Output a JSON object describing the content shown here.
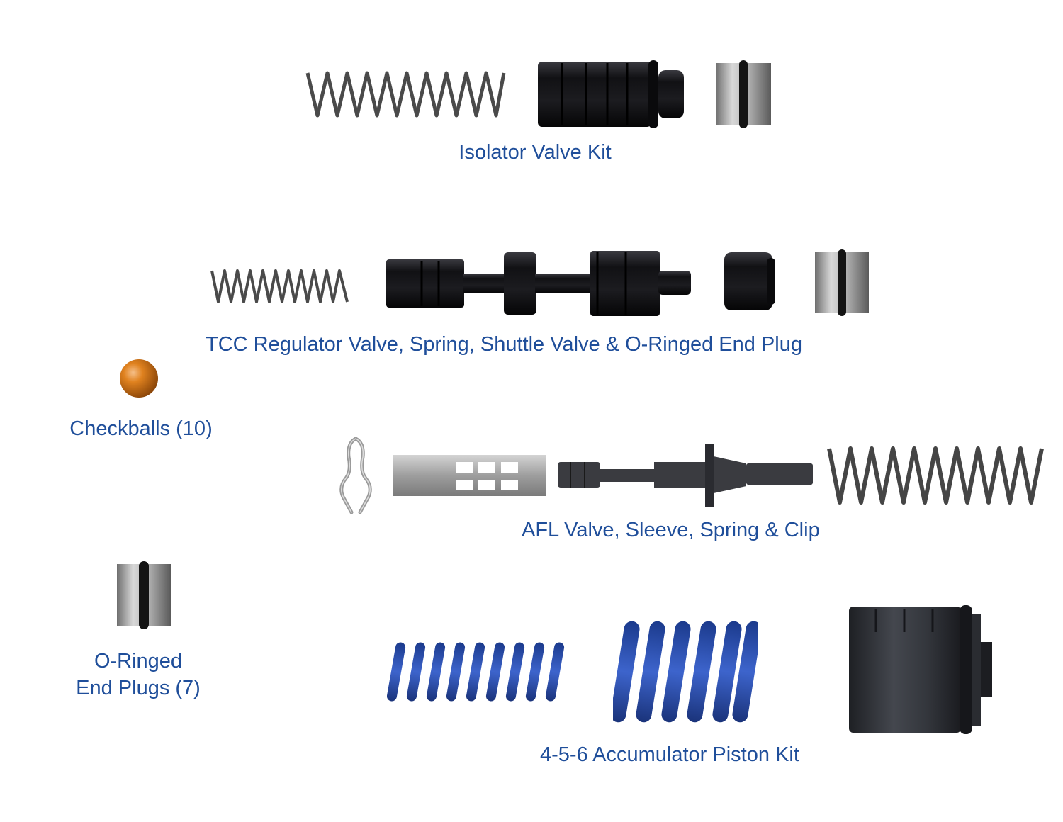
{
  "groups": [
    {
      "id": "isolator",
      "label": "Isolator Valve Kit"
    },
    {
      "id": "tcc",
      "label": "TCC Regulator Valve, Spring, Shuttle Valve & O-Ringed End Plug"
    },
    {
      "id": "checkballs",
      "label": "Checkballs (10)"
    },
    {
      "id": "afl",
      "label": "AFL Valve, Sleeve, Spring & Clip"
    },
    {
      "id": "endplugs",
      "label_line1": "O-Ringed",
      "label_line2": "End Plugs (7)"
    },
    {
      "id": "accumulator",
      "label": "4-5-6 Accumulator Piston Kit"
    }
  ],
  "colors": {
    "label": "#1f4e9a",
    "spring_gray": "#4a4a4a",
    "valve_black": "#1a1a1e",
    "plug_silver": "#b0b0b0",
    "checkball": "#d87a1c",
    "spring_blue": "#2a4fb0",
    "piston": "#2e3036"
  }
}
